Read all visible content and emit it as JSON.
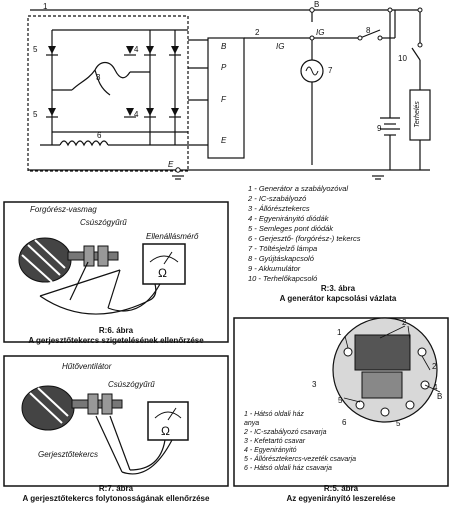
{
  "wiring": {
    "labels": {
      "n1": "1",
      "B_top": "B",
      "n2": "2",
      "n8": "8",
      "n10": "10",
      "n5a": "5",
      "n4a": "4",
      "n3": "3",
      "n7": "7",
      "n5b": "5",
      "n4b": "4",
      "n6": "6",
      "n9": "9",
      "B": "B",
      "P": "P",
      "F": "F",
      "E": "E",
      "IG": "IG",
      "IG2": "IG",
      "E_bottom": "E",
      "terheles": "Terhelés"
    },
    "legend": [
      "1 - Generátor a szabályozóval",
      "2 - IC-szabályozó",
      "3 - Állórésztekercs",
      "4 - Egyenirányitó diódák",
      "5 - Semleges pont diódák",
      "6 - Gerjesztő- (forgórész-) tekercs",
      "7 - Töltésjelző lámpa",
      "8 - Gyújtáskapcsoló",
      "9 - Akkumulátor",
      "10 - Terhelőkapcsoló"
    ],
    "caption_num": "R:3. ábra",
    "caption": "A generátor kapcsolási vázlata"
  },
  "fig6": {
    "label_core": "Forgórész-vasmag",
    "label_ring": "Csúszógyűrű",
    "label_meter": "Ellenállásmérő",
    "omega": "Ω",
    "caption_num": "R:6. ábra",
    "caption": "A gerjesztőtekercs szigetelésének ellenőrzése"
  },
  "fig7": {
    "label_fan": "Hűtőventilátor",
    "label_ring": "Csúszógyűrű",
    "label_coil": "Gerjesztőtekercs",
    "omega": "Ω",
    "caption_num": "R:7. ábra",
    "caption": "A gerjesztőtekercs folytonosságának ellenőrzése"
  },
  "fig5": {
    "callouts": {
      "c1": "1",
      "c2": "2",
      "c3": "3",
      "c4": "4",
      "c5a": "5",
      "c5b": "5",
      "c6": "6",
      "c2b": "2",
      "cB": "B"
    },
    "legend": [
      "1 - Hátsó oldali ház",
      "     anya",
      "2 - IC-szabályozó csavarja",
      "3 - Kefetartó csavar",
      "4 - Egyenirányitó",
      "5 - Állórésztekercs-vezeték csavarja",
      "6 - Hátsó oldali ház csavarja"
    ],
    "caption_num": "R:5. ábra",
    "caption": "Az egyenirányító leszerelése"
  }
}
